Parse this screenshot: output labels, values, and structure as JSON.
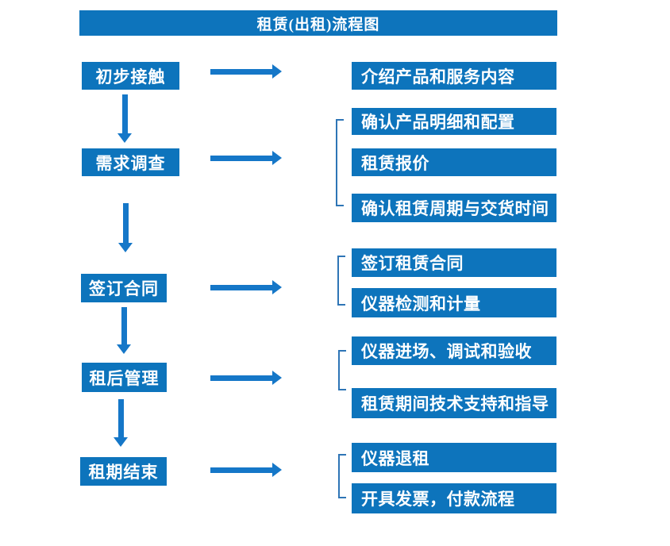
{
  "title": "租赁(出租)流程图",
  "colors": {
    "box_blue": "#0d74bc",
    "arrow_blue": "#1577c8",
    "bracket_blue": "#2e75b6",
    "text_white": "#ffffff",
    "background": "#ffffff"
  },
  "rows": [
    {
      "step": "初步接触",
      "details": [
        "介绍产品和服务内容"
      ]
    },
    {
      "step": "需求调查",
      "details": [
        "确认产品明细和配置",
        "租赁报价",
        "确认租赁周期与交货时间"
      ]
    },
    {
      "step": "签订合同",
      "details": [
        "签订租赁合同",
        "仪器检测和计量"
      ]
    },
    {
      "step": "租后管理",
      "details": [
        "仪器进场、调试和验收",
        "租赁期间技术支持和指导"
      ]
    },
    {
      "step": "租期结束",
      "details": [
        "仪器退租",
        "开具发票，付款流程"
      ]
    }
  ]
}
